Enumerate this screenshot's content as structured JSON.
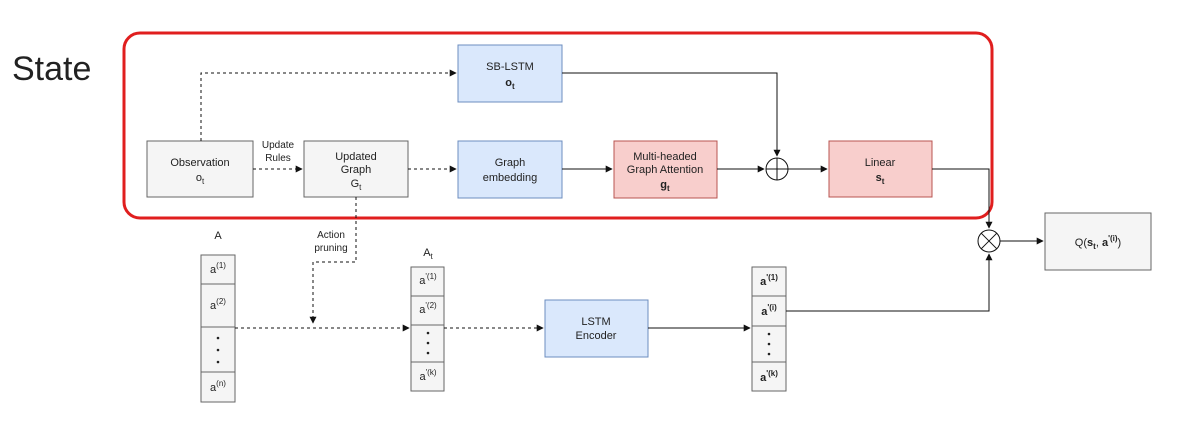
{
  "section_label": "State",
  "colors": {
    "state_border": "#e01e1e",
    "blue_fill": "#dae8fc",
    "blue_stroke": "#6c8ebf",
    "red_fill": "#f8cecc",
    "red_stroke": "#b85450",
    "gray_fill": "#f5f5f5",
    "gray_stroke": "#666666"
  },
  "nodes": {
    "observation": {
      "line1": "Observation",
      "sym": "o",
      "sub": "t"
    },
    "updated_graph": {
      "line1": "Updated",
      "line2": "Graph",
      "sym": "G",
      "sub": "t"
    },
    "sb_lstm": {
      "line1": "SB-LSTM",
      "sym": "o",
      "sub": "t"
    },
    "graph_embedding": {
      "line1": "Graph",
      "line2": "embedding"
    },
    "graph_attention": {
      "line1": "Multi-headed",
      "line2": "Graph Attention",
      "sym": "g",
      "sub": "t"
    },
    "linear": {
      "line1": "Linear",
      "sym": "s",
      "sub": "t"
    },
    "lstm_encoder": {
      "line1": "LSTM",
      "line2": "Encoder"
    },
    "q_value": {
      "prefix": "Q(",
      "s": "s",
      "s_sub": "t",
      "sep": ", ",
      "a": "a",
      "a_sup": "'(i)",
      "suffix": ")"
    }
  },
  "edge_labels": {
    "update_rules": [
      "Update",
      "Rules"
    ],
    "action_pruning": [
      "Action",
      "pruning"
    ]
  },
  "columns": {
    "A": {
      "title": "A",
      "cells": [
        {
          "base": "a",
          "sup": "(1)"
        },
        {
          "base": "a",
          "sup": "(2)"
        },
        {
          "dots": "·  ·  ·"
        },
        {
          "base": "a",
          "sup": "(n)"
        }
      ]
    },
    "At": {
      "title": "A",
      "title_sub": "t",
      "cells": [
        {
          "base": "a",
          "sup": "'(1)"
        },
        {
          "base": "a",
          "sup": "'(2)"
        },
        {
          "dots": "·  ·  ·"
        },
        {
          "base": "a",
          "sup": "'(k)"
        }
      ]
    },
    "encoded": {
      "cells": [
        {
          "base": "a",
          "sup": "'(1)"
        },
        {
          "base": "a",
          "sup": "'(i)"
        },
        {
          "dots": "·  ·  ·"
        },
        {
          "base": "a",
          "sup": "'(k)"
        }
      ]
    }
  }
}
